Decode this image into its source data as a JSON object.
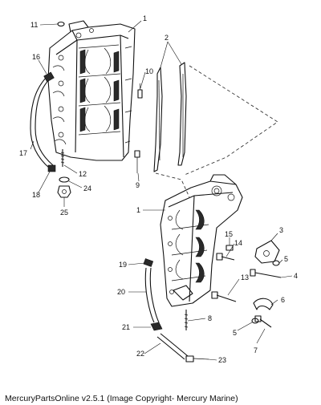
{
  "caption": "MercuryPartsOnline v2.5.1 (Image Copyright- Mercury Marine)",
  "callouts": {
    "c1_top": "1",
    "c1_bottom": "1",
    "c2": "2",
    "c3": "3",
    "c4": "4",
    "c5_right": "5",
    "c5_lower": "5",
    "c6": "6",
    "c7": "7",
    "c8": "8",
    "c9": "9",
    "c10": "10",
    "c11": "11",
    "c12": "12",
    "c13": "13",
    "c14": "14",
    "c15": "15",
    "c16": "16",
    "c17": "17",
    "c18": "18",
    "c19": "19",
    "c20": "20",
    "c21": "21",
    "c22": "22",
    "c23": "23",
    "c24": "24",
    "c25": "25"
  }
}
